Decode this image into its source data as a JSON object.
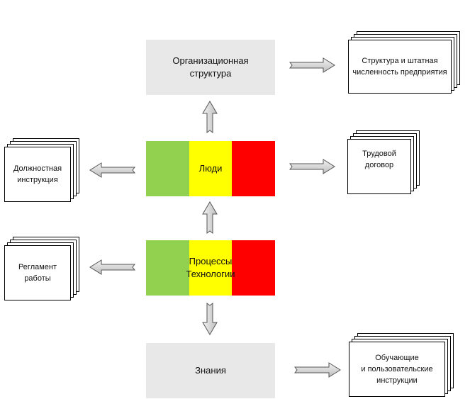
{
  "center": {
    "org": "Организационная\nструктура",
    "people": "Люди",
    "processes": "Процессы\nТехнологии",
    "knowledge": "Знания"
  },
  "docs": {
    "structure": "Структура и штатная\nчисленность предприятия",
    "contract": "Трудовой\nдоговор",
    "job_instruction": "Должностная\nинструкция",
    "work_rules": "Регламент\nработы",
    "training": "Обучающие\nи пользовательские\nинструкции"
  },
  "colors": {
    "green": "#92d050",
    "yellow": "#ffff00",
    "red": "#ff0000",
    "gray": "#e8e8e8"
  }
}
